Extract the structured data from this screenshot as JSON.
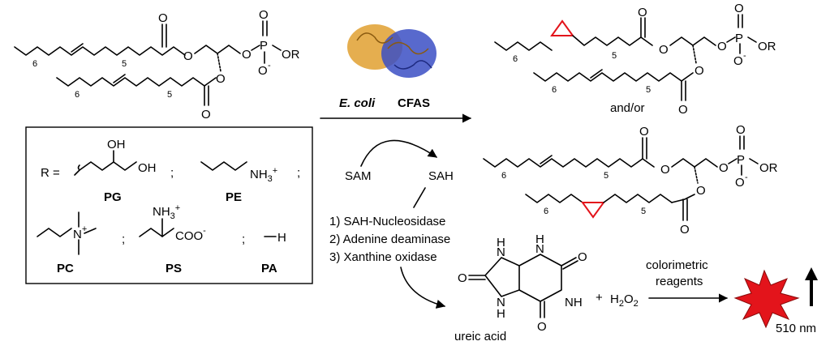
{
  "enzyme": {
    "organism": "E. coli",
    "name": "CFAS"
  },
  "cofactors": {
    "substrate": "SAM",
    "product": "SAH"
  },
  "chain_subscripts": {
    "six": "6",
    "five": "5"
  },
  "atoms": {
    "O": "O",
    "OR": "OR",
    "P": "P",
    "O_minus": "O",
    "minus": "-",
    "N": "N",
    "H": "H"
  },
  "r_groups": {
    "r_eq": "R =",
    "sep": ";",
    "PG": {
      "name": "PG",
      "oh1": "OH",
      "oh2": "OH"
    },
    "PE": {
      "name": "PE",
      "group": "NH",
      "sub": "3",
      "charge": "+"
    },
    "PC": {
      "name": "PC",
      "atom": "N",
      "charge": "+"
    },
    "PS": {
      "name": "PS",
      "amine": "NH",
      "sub": "3",
      "charge": "+",
      "carboxylate": "COO",
      "charge2": "-"
    },
    "PA": {
      "name": "PA",
      "group": "H"
    }
  },
  "and_or": "and/or",
  "steps": [
    "1) SAH-Nucleosidase",
    "2) Adenine deaminase",
    "3) Xanthine oxidase"
  ],
  "ureic_acid": "ureic acid",
  "plus": "+",
  "h2o2": {
    "H": "H",
    "two": "2",
    "O": "O"
  },
  "detection": {
    "line1": "colorimetric",
    "line2": "reagents",
    "wavelength": "510 nm"
  },
  "colors": {
    "cyclopropane": "#e3141b",
    "burst": "#e3141b",
    "protein_blue": "#3b4fc4",
    "protein_gold": "#e0a030"
  }
}
